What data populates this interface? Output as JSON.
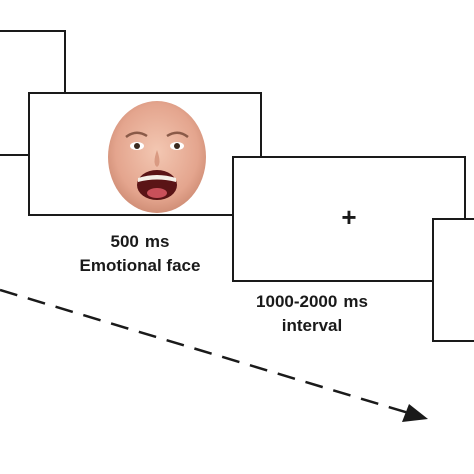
{
  "face_trial": {
    "duration": "500",
    "unit": "ms",
    "caption": "Emotional face"
  },
  "fixation_trial": {
    "symbol": "+",
    "duration": "1000-2000",
    "unit": "ms",
    "caption": "interval"
  },
  "colors": {
    "stroke": "#1a1a1a",
    "skin": "#e9b49e",
    "mouth": "#5a1416"
  },
  "icons": [
    "emotional-face-photo",
    "time-arrow"
  ]
}
